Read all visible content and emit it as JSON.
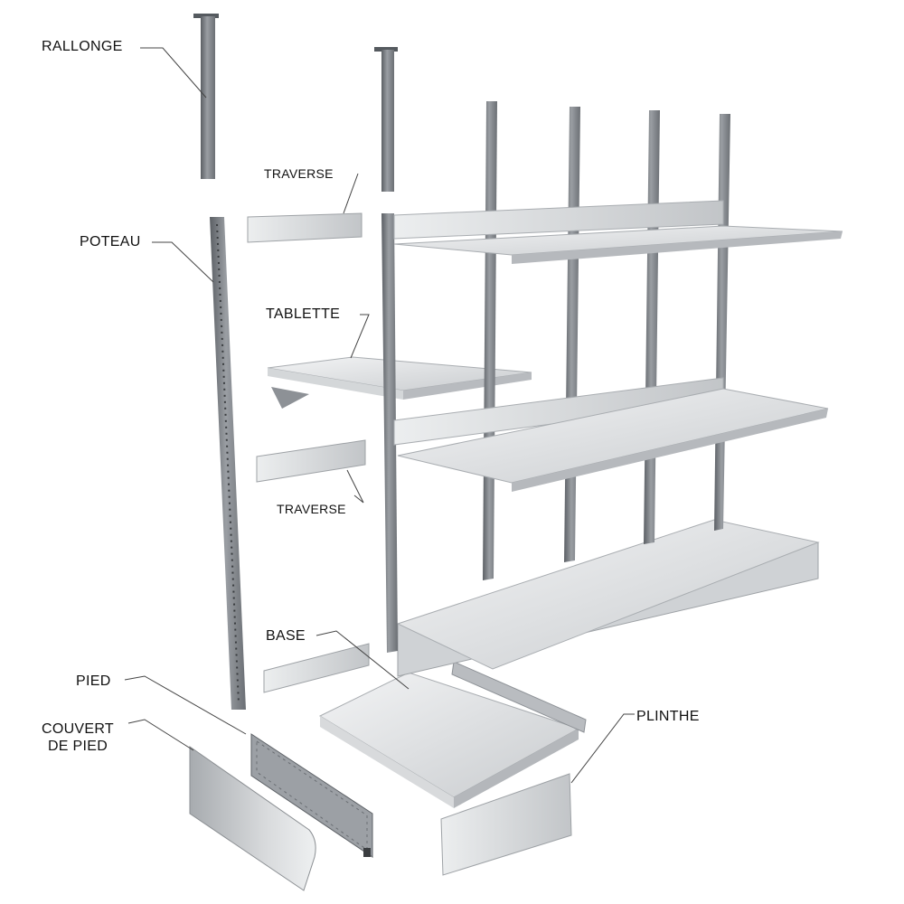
{
  "labels": {
    "rallonge": "RALLONGE",
    "traverse_top": "TRAVERSE",
    "poteau": "POTEAU",
    "tablette": "TABLETTE",
    "traverse_bottom": "TRAVERSE",
    "base": "BASE",
    "pied": "PIED",
    "couvert_de_pied_line1": "COUVERT",
    "couvert_de_pied_line2": "DE PIED",
    "plinthe": "PLINTHE"
  },
  "colors": {
    "metal_light": "#e6e8ea",
    "metal_mid": "#c9cccf",
    "metal_dark": "#7c8085",
    "post_dark": "#5d6166",
    "leader_line": "#444444"
  }
}
